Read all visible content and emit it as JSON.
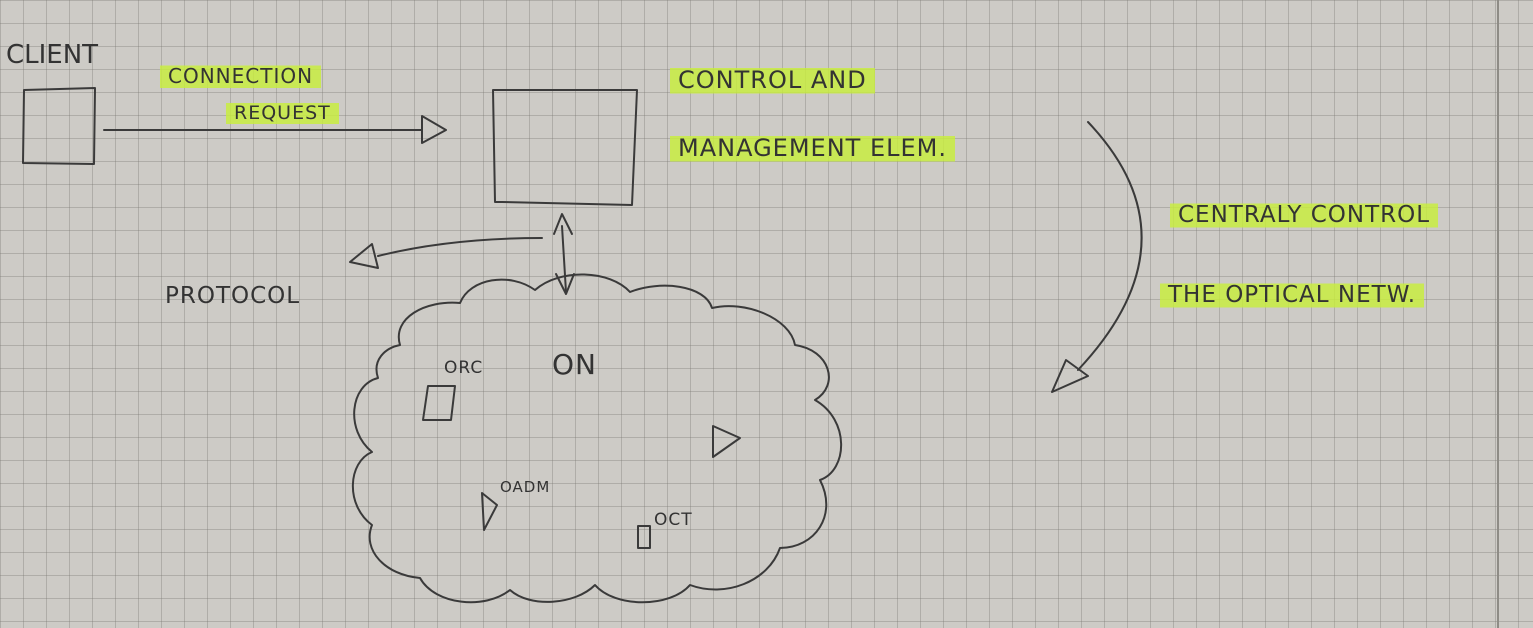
{
  "labels": {
    "client": "CLIENT",
    "connection_request_line1": "CONNECTION",
    "connection_request_line2": "REQUEST",
    "control_line1": "CONTROL AND",
    "control_line2": "MANAGEMENT ELEM.",
    "central_line1": "CENTRALY CONTROL",
    "central_line2": "THE OPTICAL NETW.",
    "protocol": "PROTOCOL",
    "cloud": "ON",
    "orc": "ORC",
    "oadm": "OADM",
    "oct": "OCT"
  },
  "colors": {
    "highlight": "#c8ee3c",
    "ink": "#3a3a3a",
    "paper": "#cdcbc6",
    "grid": "#8a8780"
  }
}
